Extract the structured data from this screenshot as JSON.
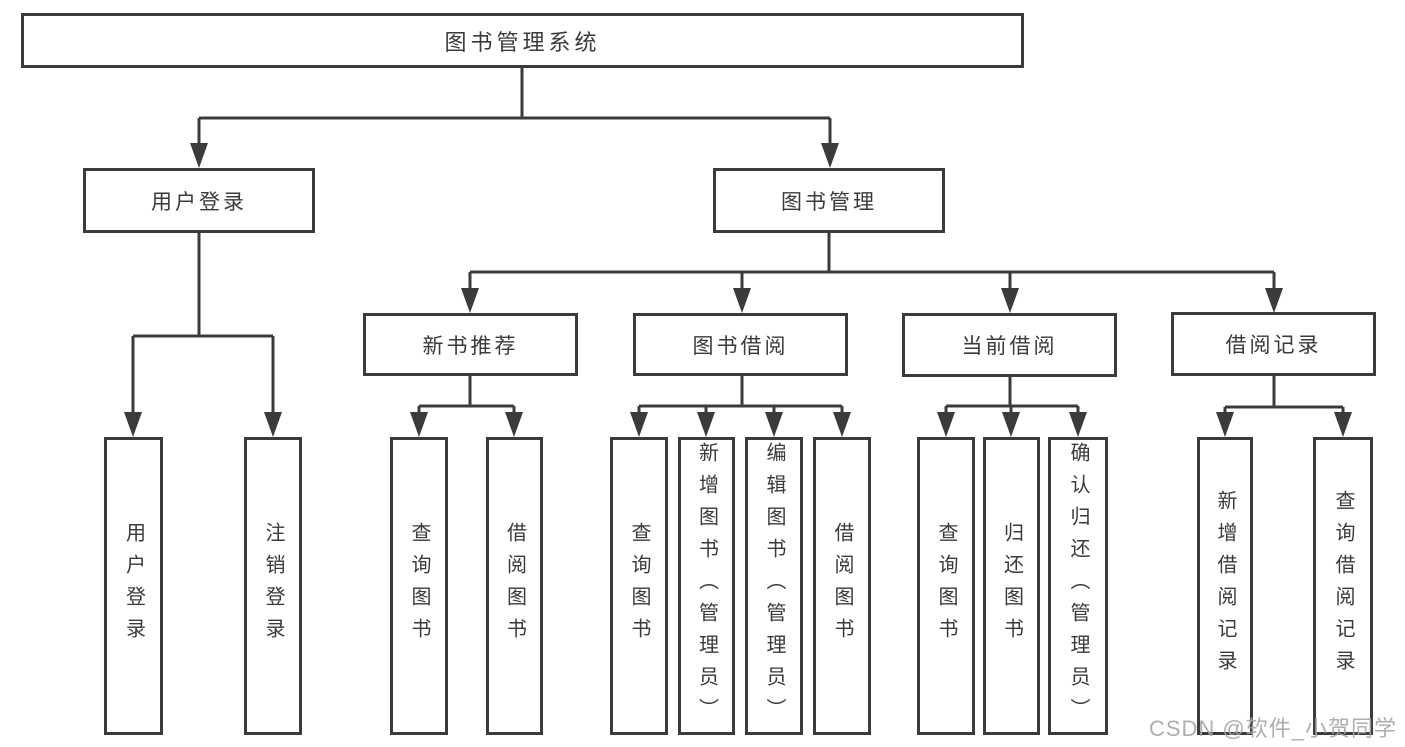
{
  "tree": {
    "root": {
      "label": "图书管理系统"
    },
    "user_login": {
      "label": "用户登录",
      "children": [
        {
          "label": "用户登录"
        },
        {
          "label": "注销登录"
        }
      ]
    },
    "book_mgmt": {
      "label": "图书管理",
      "children": [
        {
          "label": "新书推荐",
          "children": [
            {
              "label": "查询图书"
            },
            {
              "label": "借阅图书"
            }
          ]
        },
        {
          "label": "图书借阅",
          "children": [
            {
              "label": "查询图书"
            },
            {
              "label": "新增图书（管理员）"
            },
            {
              "label": "编辑图书（管理员）"
            },
            {
              "label": "借阅图书"
            }
          ]
        },
        {
          "label": "当前借阅",
          "children": [
            {
              "label": "查询图书"
            },
            {
              "label": "归还图书"
            },
            {
              "label": "确认归还（管理员）"
            }
          ]
        },
        {
          "label": "借阅记录",
          "children": [
            {
              "label": "新增借阅记录"
            },
            {
              "label": "查询借阅记录"
            }
          ]
        }
      ]
    }
  },
  "watermark": "CSDN @软件_小贺同学",
  "colors": {
    "line": "#3b3b3b",
    "text": "#3a3a3a",
    "background": "#ffffff",
    "watermark": "#a6a6a6"
  }
}
